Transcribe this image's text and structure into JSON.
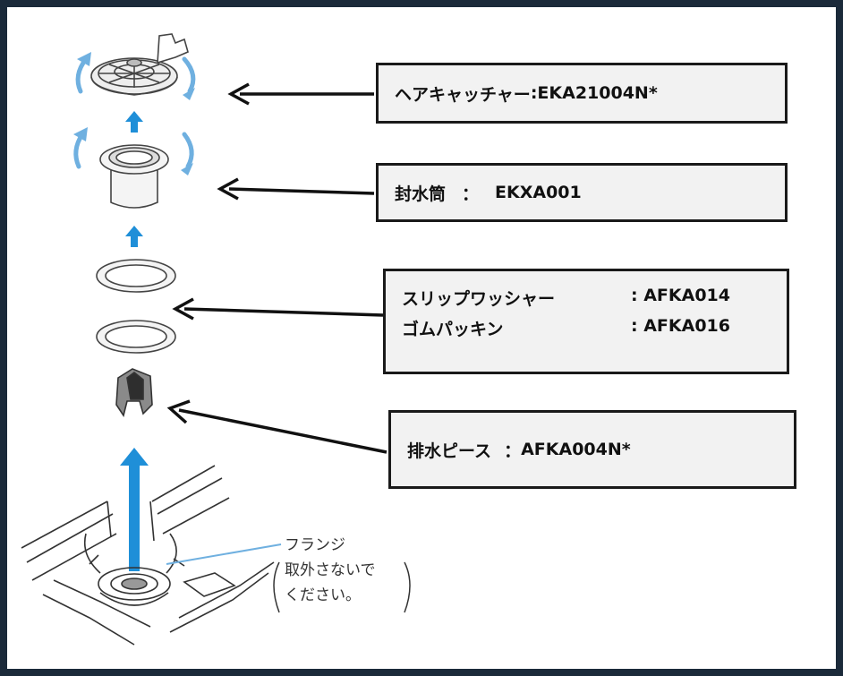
{
  "labels": {
    "hair_catcher": {
      "name": "ヘアキャッチャー",
      "sep": ": ",
      "code": "EKA21004N*"
    },
    "seal_tube": {
      "name": "封水筒",
      "sep": "：",
      "code": "EKXA001"
    },
    "slip_washer": {
      "name": "スリップワッシャー",
      "code": ": AFKA014"
    },
    "rubber_packing": {
      "name": "ゴムパッキン",
      "code": ": AFKA016"
    },
    "drain_piece": {
      "name": "排水ピース",
      "sep": "：",
      "code": "AFKA004N*"
    }
  },
  "flange_note": {
    "line1": "フランジ",
    "line2": "取外さないで",
    "line3": "ください。"
  },
  "colors": {
    "border": "#1a1a1a",
    "box_fill": "#f2f2f2",
    "arrow_blue": "#1f8fd8",
    "frame": "#1b2a3a"
  }
}
